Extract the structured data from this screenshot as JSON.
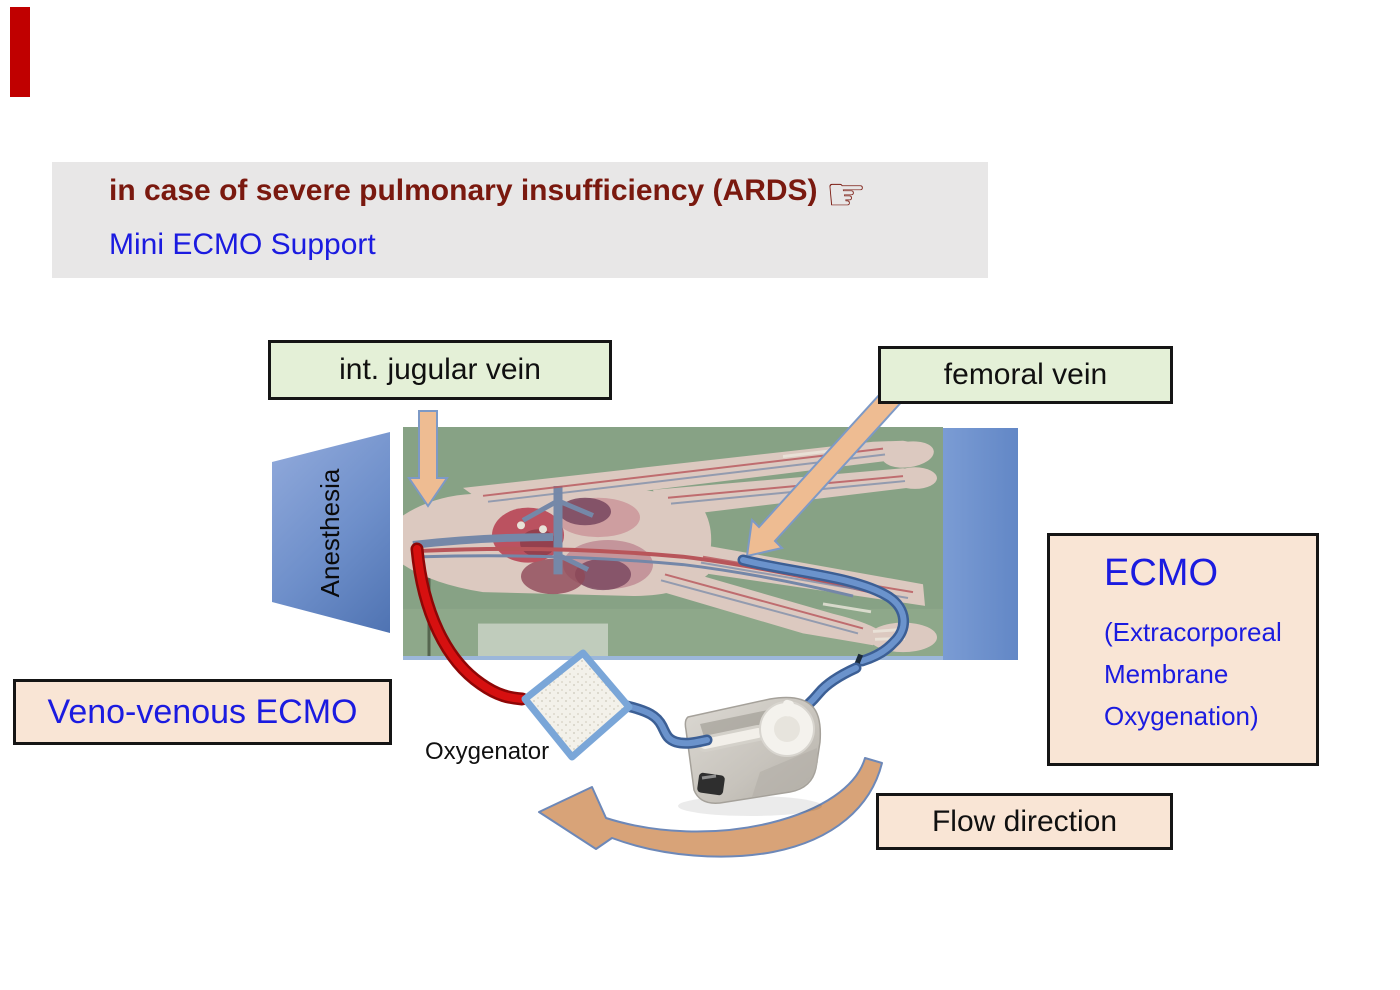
{
  "header": {
    "title": "in case of severe pulmonary insufficiency (ARDS)",
    "pointer_icon": "☞",
    "subtitle": "Mini ECMO Support"
  },
  "labels": {
    "jugular": "int. jugular vein",
    "femoral": "femoral vein",
    "anesthesia": "Anesthesia",
    "veno_venous": "Veno-venous ECMO",
    "oxygenator": "Oxygenator",
    "flow_direction": "Flow direction"
  },
  "ecmo_box": {
    "title": "ECMO",
    "line1": "(Extracorporeal",
    "line2": "Membrane",
    "line3": "Oxygenation)"
  },
  "colors": {
    "accent_bar": "#c00000",
    "header_background": "#e8e7e7",
    "title_maroon": "#7a190f",
    "blue_text": "#1b1be0",
    "green_box_fill": "#e4f0d7",
    "peach_box_fill": "#f9e5d5",
    "box_border": "#151515",
    "arrow_tan": "#eebc92",
    "curved_arrow_tan": "#d8a378",
    "arrow_outline_blue": "#7d99c6",
    "red_tube": "#d61010",
    "blue_tube": "#6b93cc",
    "diamond_border": "#7aa6d8",
    "photo_green": "#87a285",
    "side_panel_blue": "#6287c6"
  }
}
